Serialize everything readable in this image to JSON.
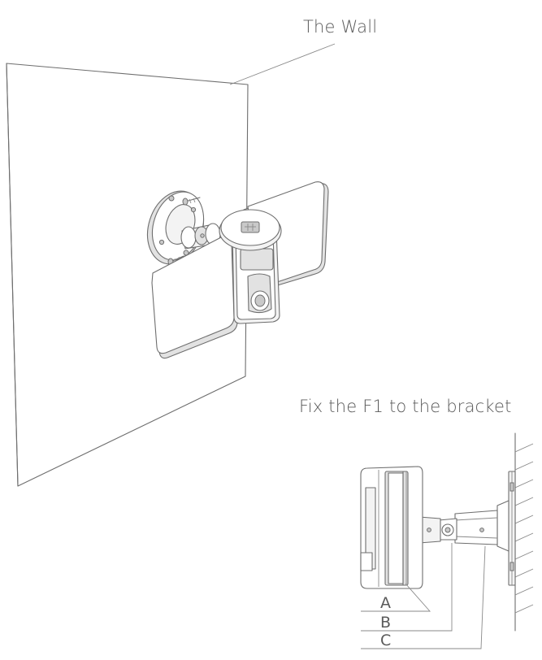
{
  "labels": {
    "wall": "The Wall",
    "instruction": "Fix the F1 to the bracket",
    "part_a": "A",
    "part_b": "B",
    "part_c": "C"
  },
  "colors": {
    "line": "#6e6e6e",
    "text": "#5a5a5a",
    "background": "#ffffff"
  }
}
